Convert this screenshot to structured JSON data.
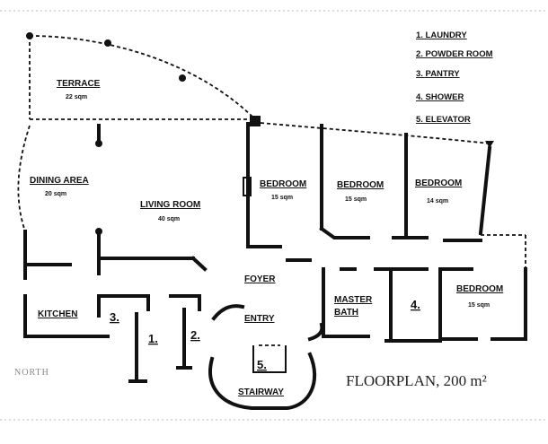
{
  "legend": [
    "1. LAUNDRY",
    "2. POWDER ROOM",
    "3. PANTRY",
    "4. SHOWER",
    "5. ELEVATOR"
  ],
  "rooms": {
    "terrace": {
      "name": "TERRACE",
      "area": "22 sqm"
    },
    "dining": {
      "name": "DINING AREA",
      "area": "20 sqm"
    },
    "living": {
      "name": "LIVING ROOM",
      "area": "40 sqm"
    },
    "bedroom1": {
      "name": "BEDROOM",
      "area": "15 sqm"
    },
    "bedroom2": {
      "name": "BEDROOM",
      "area": "15 sqm"
    },
    "bedroom3": {
      "name": "BEDROOM",
      "area": "14 sqm"
    },
    "bedroom4": {
      "name": "BEDROOM",
      "area": "15 sqm"
    },
    "foyer": {
      "name": "FOYER"
    },
    "entry": {
      "name": "ENTRY"
    },
    "master_bath_line1": "MASTER",
    "master_bath_line2": "BATH",
    "kitchen": {
      "name": "KITCHEN"
    },
    "stairway": {
      "name": "STAIRWAY"
    }
  },
  "markers": {
    "laundry": "1.",
    "powder_room": "2.",
    "pantry": "3.",
    "shower": "4.",
    "elevator": "5."
  },
  "plan_title": "FLOORPLAN,  200 m²",
  "north_label": "NORTH"
}
